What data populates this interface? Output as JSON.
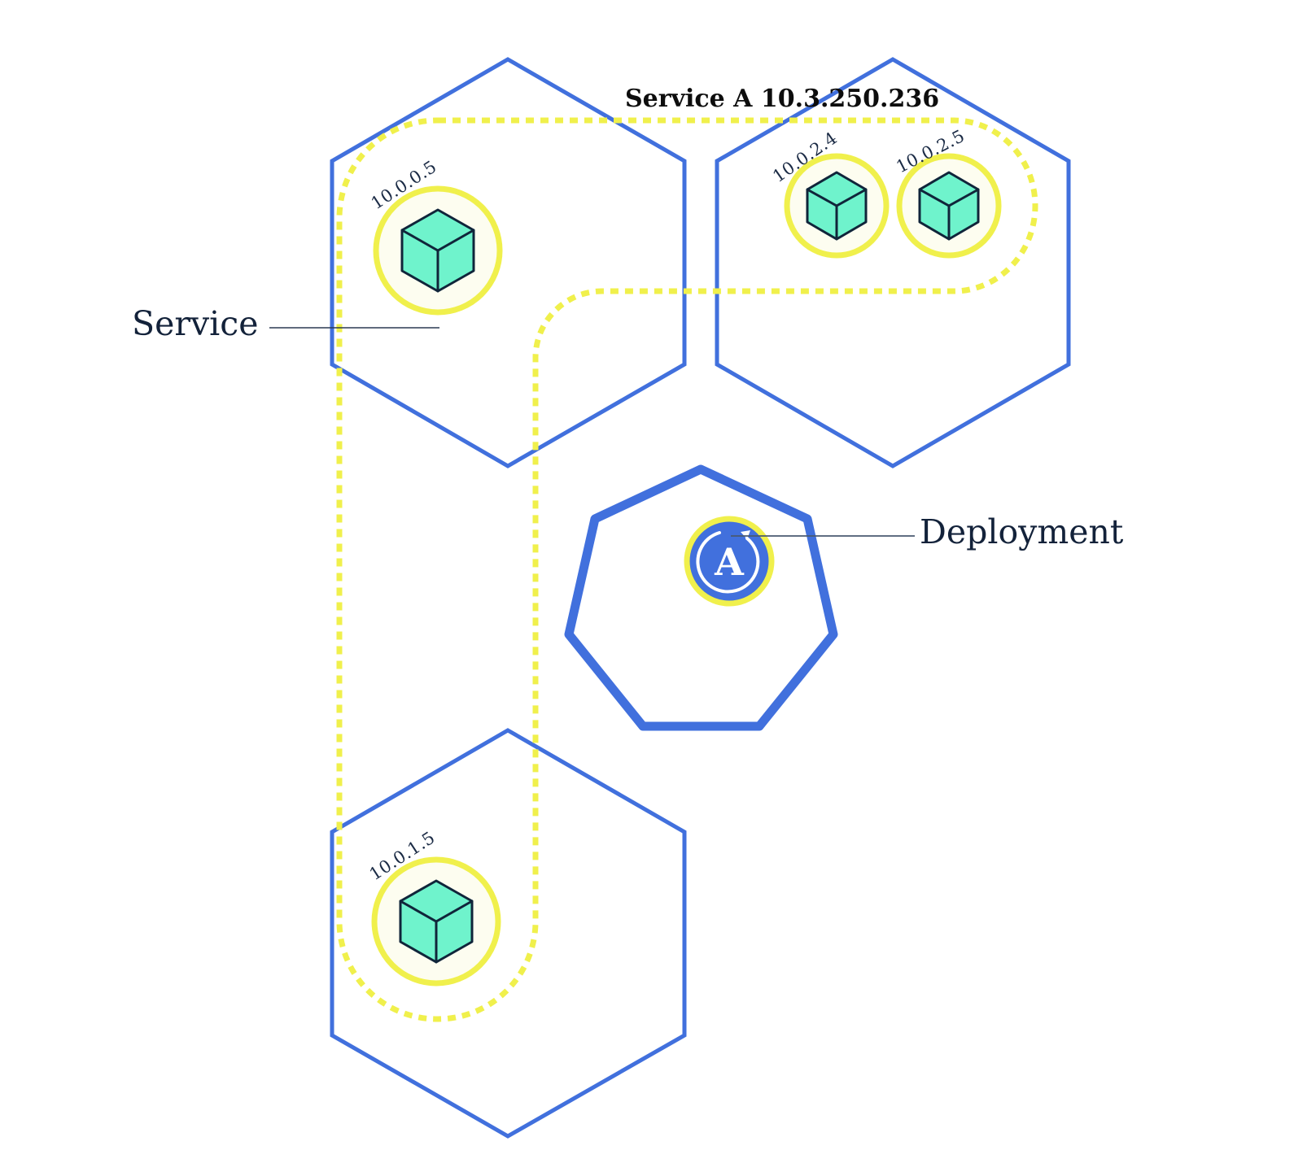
{
  "service_label": "Service A 10.3.250.236",
  "callouts": {
    "service": "Service",
    "deployment": "Deployment"
  },
  "nodes": [
    {
      "id": "node-1",
      "pods": [
        {
          "ip": "10.0.0.5"
        }
      ]
    },
    {
      "id": "node-2",
      "pods": [
        {
          "ip": "10.0.2.4"
        },
        {
          "ip": "10.0.2.5"
        }
      ]
    },
    {
      "id": "node-3",
      "pods": [
        {
          "ip": "10.0.1.5"
        }
      ]
    }
  ],
  "deployment": {
    "icon": "deployment-A-icon",
    "letter": "A"
  },
  "colors": {
    "node_stroke": "#4170dd",
    "service_dash": "#f0f04c",
    "pod_fill": "#6ff3cc",
    "pod_ring": "#f0f04c",
    "text_dark": "#13223a"
  }
}
